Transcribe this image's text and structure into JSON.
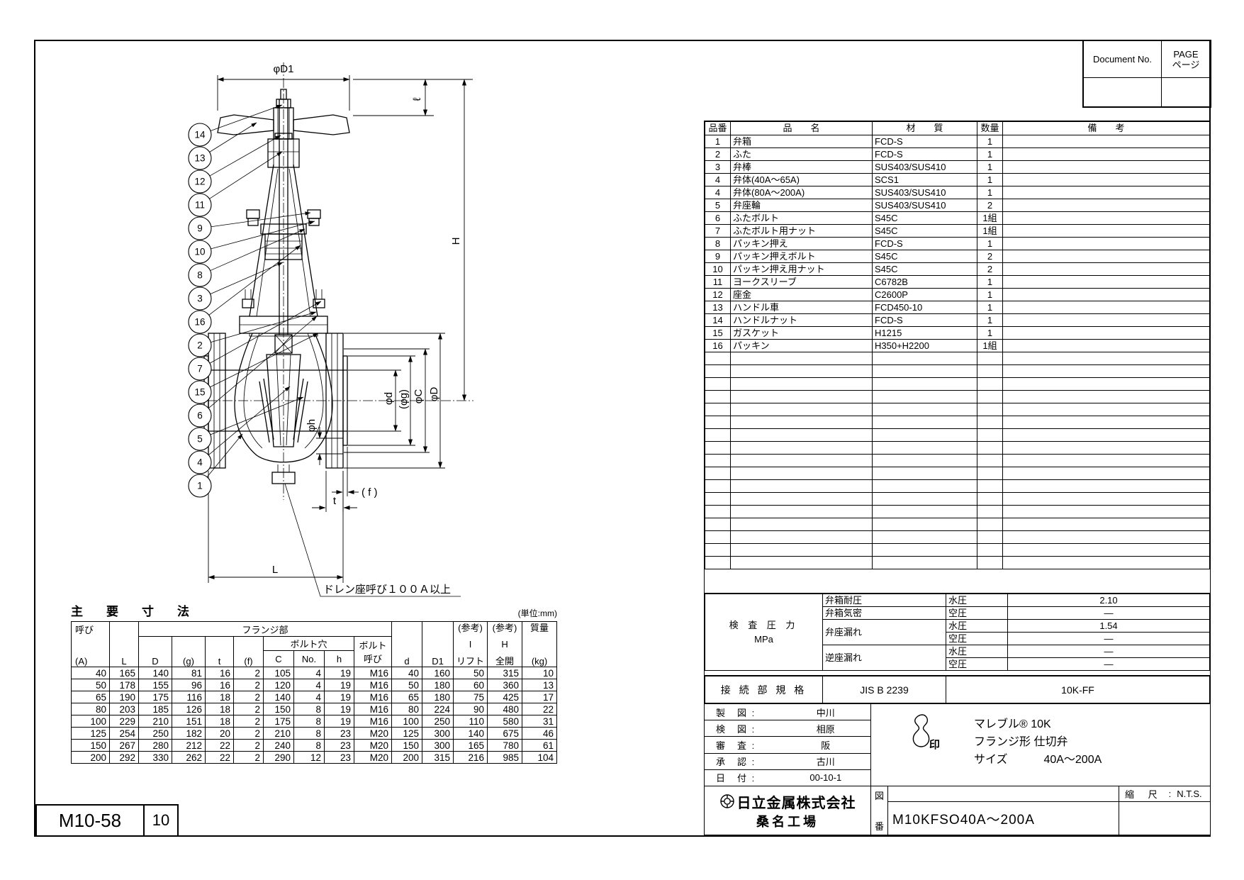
{
  "doc_header": {
    "document_no_label": "Document No.",
    "page_label_en": "PAGE",
    "page_label_jp": "ページ"
  },
  "parts_table": {
    "headers": {
      "no": "品番",
      "name": "品　　名",
      "material": "材　　質",
      "qty": "数量",
      "remarks": "備　　考"
    },
    "rows": [
      {
        "no": "1",
        "name": "弁箱",
        "material": "FCD-S",
        "qty": "1"
      },
      {
        "no": "2",
        "name": "ふた",
        "material": "FCD-S",
        "qty": "1"
      },
      {
        "no": "3",
        "name": "弁棒",
        "material": "SUS403/SUS410",
        "qty": "1"
      },
      {
        "no": "4",
        "name": "弁体(40A〜65A)",
        "material": "SCS1",
        "qty": "1"
      },
      {
        "no": "4",
        "name": "弁体(80A〜200A)",
        "material": "SUS403/SUS410",
        "qty": "1"
      },
      {
        "no": "5",
        "name": "弁座輪",
        "material": "SUS403/SUS410",
        "qty": "2"
      },
      {
        "no": "6",
        "name": "ふたボルト",
        "material": "S45C",
        "qty": "1組"
      },
      {
        "no": "7",
        "name": "ふたボルト用ナット",
        "material": "S45C",
        "qty": "1組"
      },
      {
        "no": "8",
        "name": "パッキン押え",
        "material": "FCD-S",
        "qty": "1"
      },
      {
        "no": "9",
        "name": "パッキン押えボルト",
        "material": "S45C",
        "qty": "2"
      },
      {
        "no": "10",
        "name": "パッキン押え用ナット",
        "material": "S45C",
        "qty": "2"
      },
      {
        "no": "11",
        "name": "ヨークスリーブ",
        "material": "C6782B",
        "qty": "1"
      },
      {
        "no": "12",
        "name": "座金",
        "material": "C2600P",
        "qty": "1"
      },
      {
        "no": "13",
        "name": "ハンドル車",
        "material": "FCD450-10",
        "qty": "1"
      },
      {
        "no": "14",
        "name": "ハンドルナット",
        "material": "FCD-S",
        "qty": "1"
      },
      {
        "no": "15",
        "name": "ガスケット",
        "material": "H1215",
        "qty": "1"
      },
      {
        "no": "16",
        "name": "パッキン",
        "material": "H350+H2200",
        "qty": "1組"
      }
    ],
    "empty_row_count": 17
  },
  "inspection": {
    "title": "検 査 圧 力",
    "unit": "MPa",
    "groups": [
      {
        "label": "弁箱耐圧",
        "rows": [
          {
            "medium": "水圧",
            "value": "2.10"
          }
        ]
      },
      {
        "label": "弁箱気密",
        "rows": [
          {
            "medium": "空圧",
            "value": "―"
          }
        ]
      },
      {
        "label": "弁座漏れ",
        "rows": [
          {
            "medium": "水圧",
            "value": "1.54"
          },
          {
            "medium": "空圧",
            "value": "―"
          }
        ]
      },
      {
        "label": "逆座漏れ",
        "rows": [
          {
            "medium": "水圧",
            "value": "―"
          },
          {
            "medium": "空圧",
            "value": "―"
          }
        ]
      }
    ]
  },
  "connection": {
    "label": "接 続 部 規 格",
    "standard": "JIS B 2239",
    "value": "10K-FF"
  },
  "approvals": [
    {
      "label": "製　図 :",
      "value": "中川"
    },
    {
      "label": "検　図 :",
      "value": "相原"
    },
    {
      "label": "審　査 :",
      "value": "阪"
    },
    {
      "label": "承　認 :",
      "value": "古川"
    },
    {
      "label": "日　付 :",
      "value": "00-10-1"
    }
  ],
  "product": {
    "stamp_char": "印",
    "line1": "マレブル®  10K",
    "line2": "フランジ形  仕切弁",
    "size_label": "サイズ",
    "size_value": "40A〜200A"
  },
  "company": {
    "name": "日立金属株式会社",
    "plant": "桑名工場",
    "zuban_top": "図",
    "zuban_bottom": "番",
    "drawing_no": "M10KFSO40A〜200A",
    "scale_label": "縮 尺",
    "scale_colon": ":",
    "scale_value": "N.T.S."
  },
  "dims_table": {
    "title": "主　要　寸　法",
    "unit_note": "(単位:mm)",
    "headers": {
      "call": "呼び",
      "call2": "(A)",
      "L": "L",
      "flange_group": "フランジ部",
      "D": "D",
      "g": "(g)",
      "t": "t",
      "f": "(f)",
      "bolt_hole_group": "ボルト穴",
      "C": "C",
      "No": "No.",
      "h": "h",
      "bolt_call_1": "ボルト",
      "bolt_call_2": "呼び",
      "d": "d",
      "D1": "D1",
      "ref1_a": "(参考)",
      "ref1_b": "I",
      "ref1_c": "リフト",
      "ref2_a": "(参考)",
      "ref2_b": "H",
      "ref2_c": "全開",
      "mass_a": "質量",
      "mass_b": "(kg)"
    },
    "rows": [
      [
        "40",
        "165",
        "140",
        "81",
        "16",
        "2",
        "105",
        "4",
        "19",
        "M16",
        "40",
        "160",
        "50",
        "315",
        "10"
      ],
      [
        "50",
        "178",
        "155",
        "96",
        "16",
        "2",
        "120",
        "4",
        "19",
        "M16",
        "50",
        "180",
        "60",
        "360",
        "13"
      ],
      [
        "65",
        "190",
        "175",
        "116",
        "18",
        "2",
        "140",
        "4",
        "19",
        "M16",
        "65",
        "180",
        "75",
        "425",
        "17"
      ],
      [
        "80",
        "203",
        "185",
        "126",
        "18",
        "2",
        "150",
        "8",
        "19",
        "M16",
        "80",
        "224",
        "90",
        "480",
        "22"
      ],
      [
        "100",
        "229",
        "210",
        "151",
        "18",
        "2",
        "175",
        "8",
        "19",
        "M16",
        "100",
        "250",
        "110",
        "580",
        "31"
      ],
      [
        "125",
        "254",
        "250",
        "182",
        "20",
        "2",
        "210",
        "8",
        "23",
        "M20",
        "125",
        "300",
        "140",
        "675",
        "46"
      ],
      [
        "150",
        "267",
        "280",
        "212",
        "22",
        "2",
        "240",
        "8",
        "23",
        "M20",
        "150",
        "300",
        "165",
        "780",
        "61"
      ],
      [
        "200",
        "292",
        "330",
        "262",
        "22",
        "2",
        "290",
        "12",
        "23",
        "M20",
        "200",
        "315",
        "216",
        "985",
        "104"
      ]
    ]
  },
  "corner": {
    "doc_code": "M10-58",
    "rev": "10"
  },
  "drawing": {
    "labels": {
      "phiD1": "φD1",
      "ell": "ℓ",
      "H": "H",
      "phi_d": "φd",
      "phi_g": "(φg)",
      "phi_C": "φC",
      "phi_D": "φD",
      "phi_h": "φh",
      "f": "( f )",
      "t": "t",
      "L": "L"
    },
    "note": "ドレン座呼び１００Ａ以上",
    "balloons": [
      "14",
      "13",
      "12",
      "11",
      "9",
      "10",
      "8",
      "3",
      "16",
      "2",
      "7",
      "15",
      "6",
      "5",
      "4",
      "1"
    ]
  }
}
